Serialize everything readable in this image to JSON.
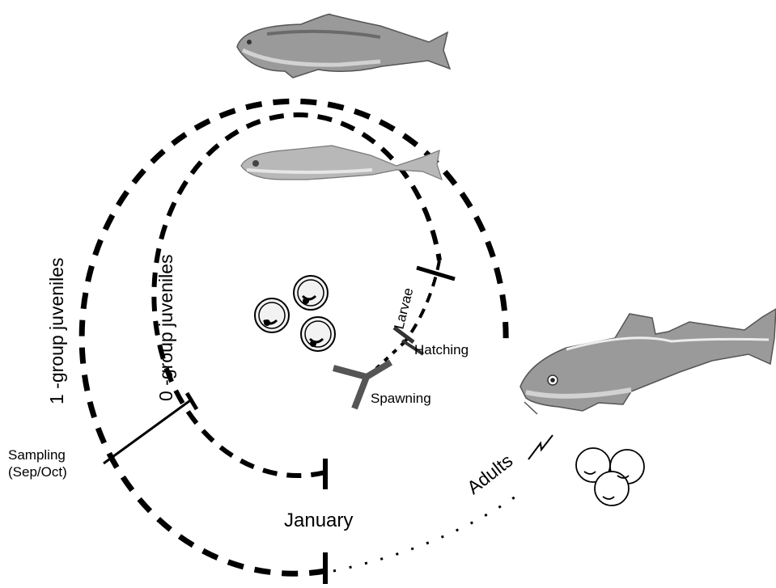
{
  "labels": {
    "one_group": "1 -group juveniles",
    "zero_group": "0 -group juveniles",
    "larvae": "Larvae",
    "hatching": "Hatching",
    "spawning": "Spawning",
    "sampling_line1": "Sampling",
    "sampling_line2": "(Sep/Oct)",
    "january": "January",
    "adults": "Adults"
  },
  "colors": {
    "ink": "#000000",
    "fish_body": "#9a9a9a",
    "fish_dark": "#6a6a6a",
    "fish_light": "#d2d2d2",
    "spawn_marker": "#555555"
  }
}
